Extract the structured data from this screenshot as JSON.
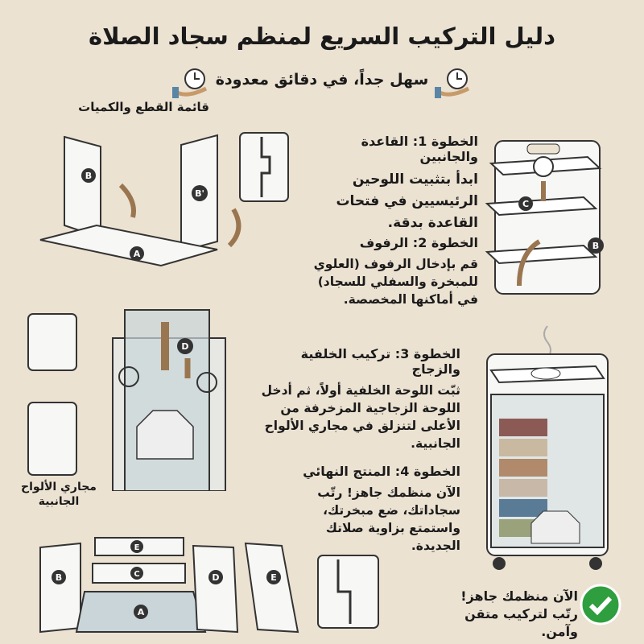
{
  "header": {
    "title": "دليل التركيب السريع لمنظم سجاد الصلاة",
    "subtitle": "سهل جداً، في دقائق معدودة"
  },
  "parts_list_title": "قائمة القطع والكميات",
  "part_labels": {
    "A": "A",
    "B": "B",
    "B_prime": "B'",
    "C": "C",
    "D": "D",
    "E": "E"
  },
  "steps": [
    {
      "title": "الخطوة 1: القاعدة والجانبين",
      "text": "ابدأ بتثبيت اللوحين الرئيسيين في فتحات القاعدة بدقة."
    },
    {
      "title": "الخطوة 2: الرفوف",
      "text": "قم بإدخال الرفوف (العلوي للمبخرة والسفلي للسجاد) في أماكنها المخصصة."
    },
    {
      "title": "الخطوة 3: تركيب الخلفية والزجاج",
      "text": "ثبّت اللوحة الخلفية أولاً، ثم أدخل اللوحة الزجاجية المزخرفة من الأعلى لتنزلق في مجاري الألواح الجانبية."
    },
    {
      "title": "الخطوة 4: المنتج النهائي",
      "text": "الآن منظمك جاهز! رتّب سجاداتك، ضع مبخرتك، واستمتع بزاوية صلاتك الجديدة."
    }
  ],
  "rails_label": "مجاري الألواح الجانبية",
  "final_note": "الآن منظمك جاهز! رتّب لتركيب متقن وآمن.",
  "colors": {
    "background": "#ece2d2",
    "arrow": "#9a7650",
    "check": "#2e9e3e",
    "panel": "#f7f7f5",
    "outline": "#333333"
  }
}
